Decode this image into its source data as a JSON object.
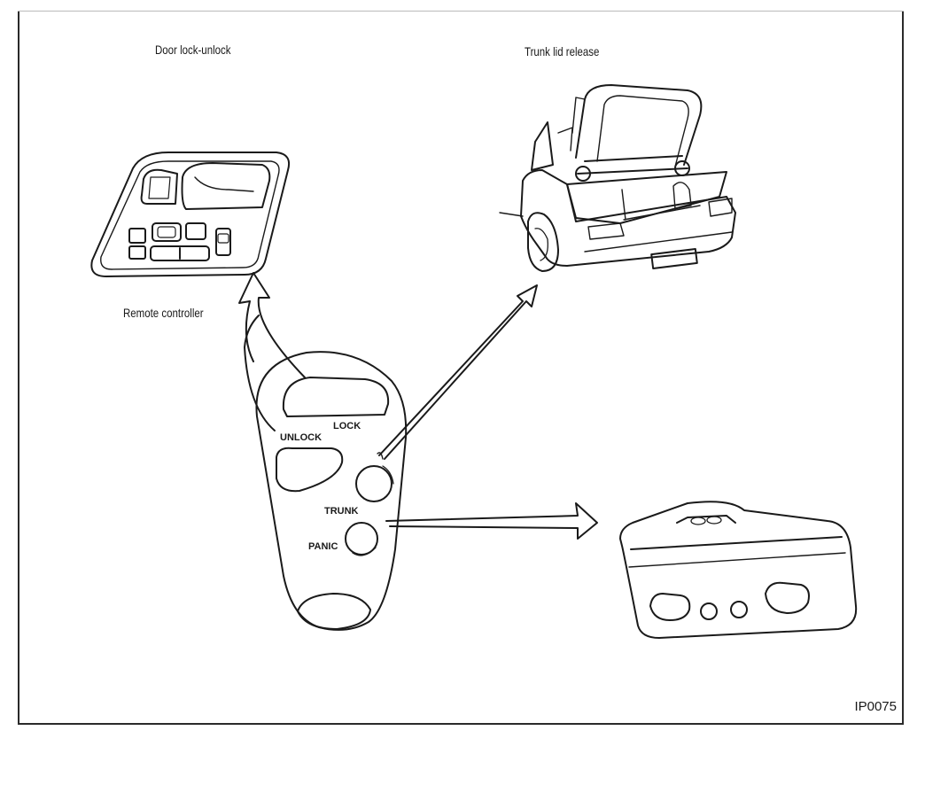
{
  "labels": {
    "door_lock": "Door lock-unlock",
    "trunk_release": "Trunk lid release",
    "remote_controller": "Remote controller",
    "figure_ref": "IP0075"
  },
  "remote_buttons": {
    "lock": "LOCK",
    "unlock": "UNLOCK",
    "trunk": "TRUNK",
    "panic": "PANIC"
  },
  "colors": {
    "ink": "#1a1a1a",
    "paper": "#ffffff"
  }
}
